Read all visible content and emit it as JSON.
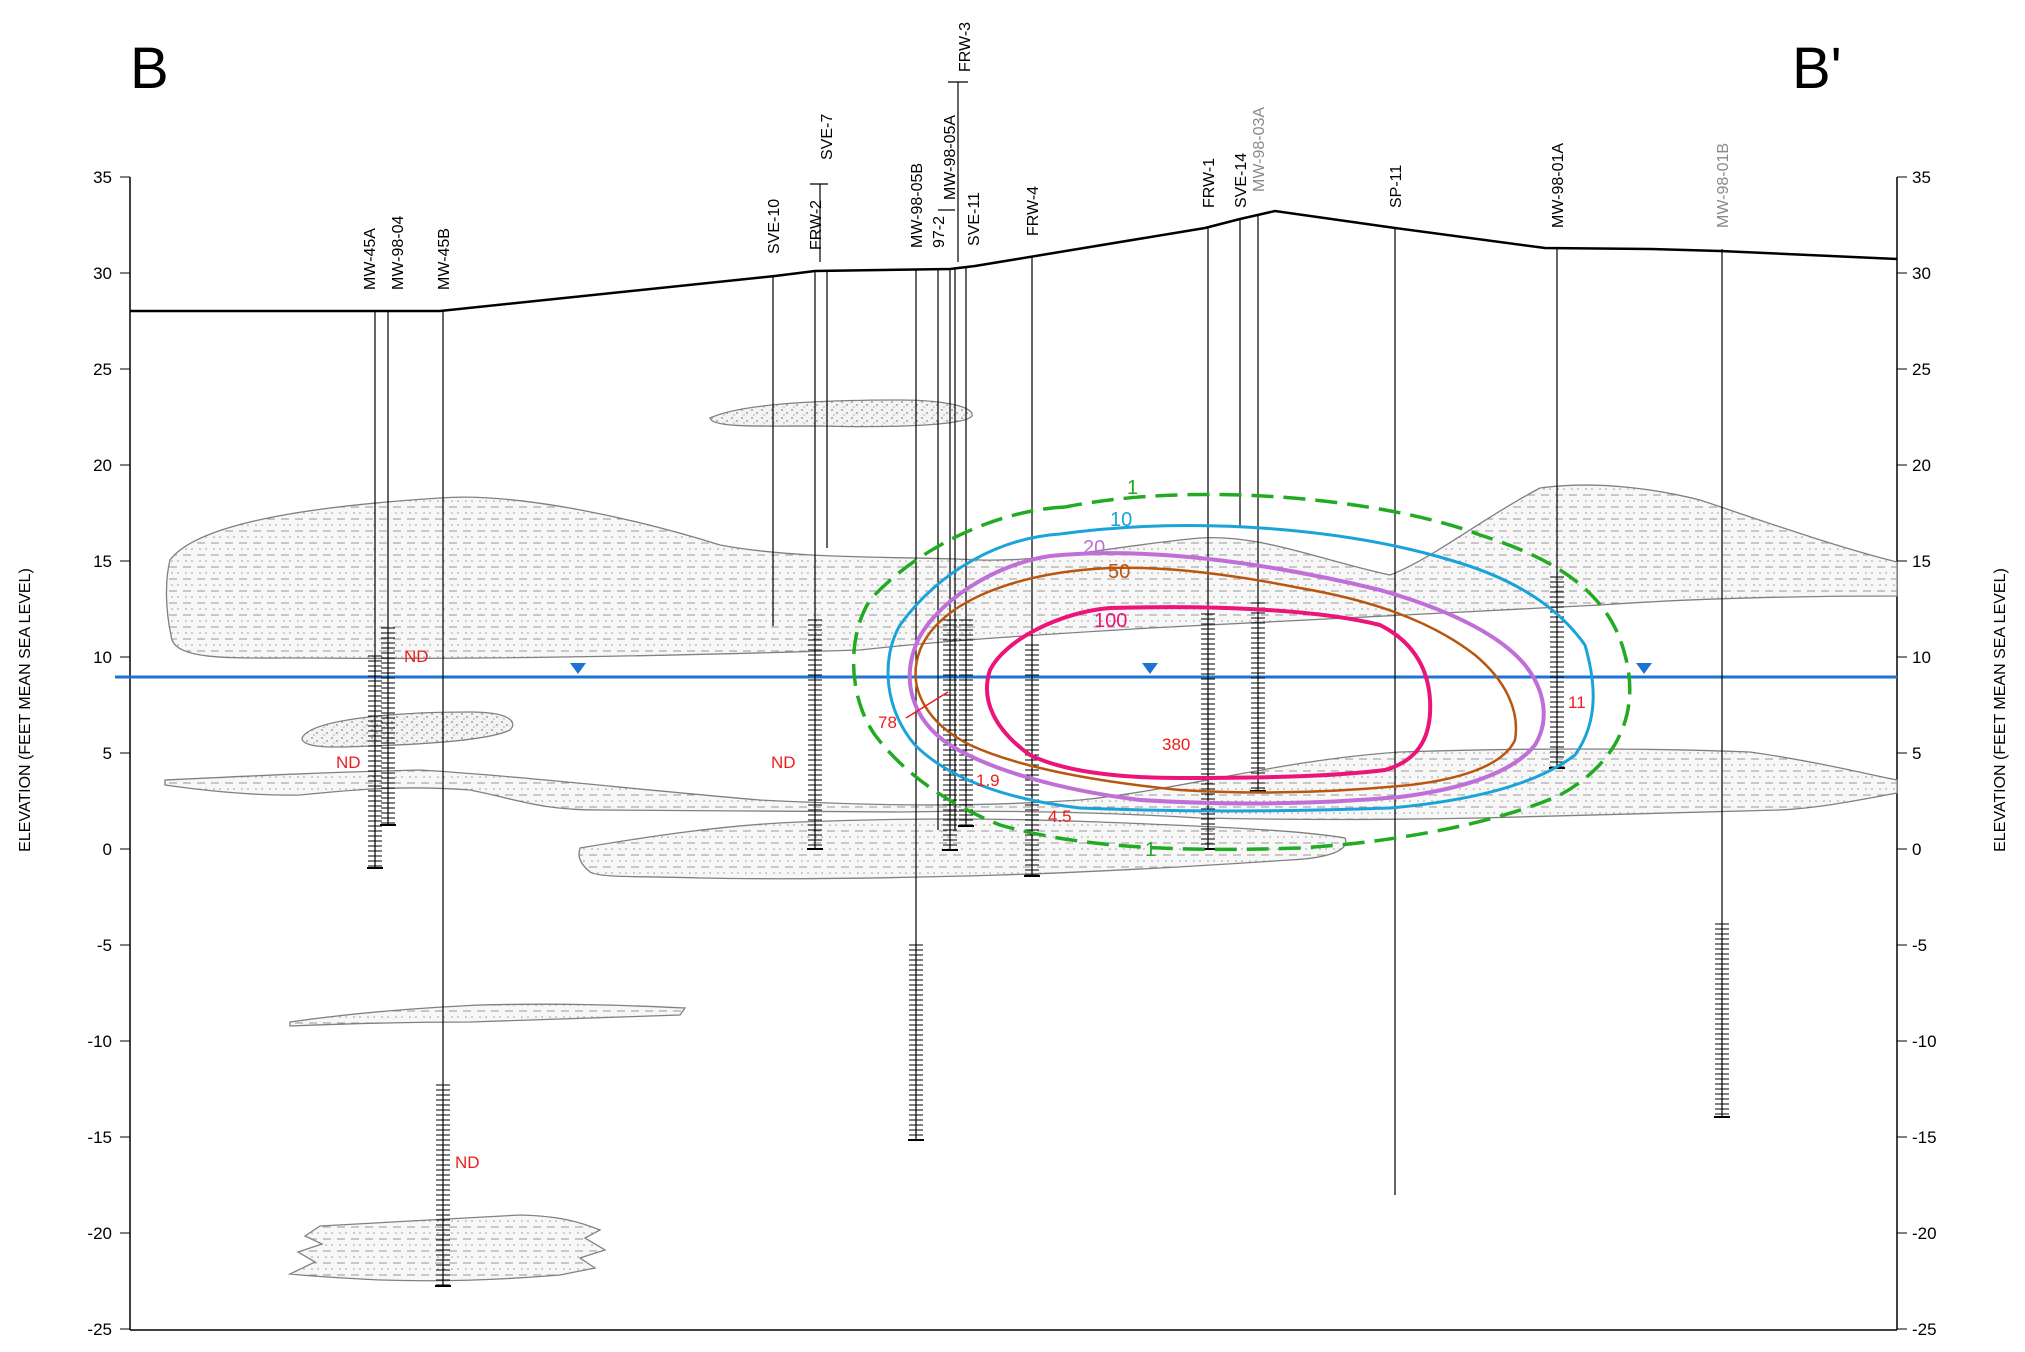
{
  "section": {
    "start_label": "B",
    "end_label": "B'"
  },
  "axis": {
    "left_title": "ELEVATION (FEET MEAN SEA LEVEL)",
    "right_title": "ELEVATION (FEET MEAN SEA LEVEL)",
    "ticks": [
      "35",
      "30",
      "25",
      "20",
      "15",
      "10",
      "5",
      "0",
      "-5",
      "-10",
      "-15",
      "-20",
      "-25"
    ]
  },
  "wells": [
    {
      "id": "mw45a",
      "label": "MW-45A",
      "color": "#000000"
    },
    {
      "id": "mw9804",
      "label": "MW-98-04",
      "color": "#000000"
    },
    {
      "id": "mw45b",
      "label": "MW-45B",
      "color": "#000000"
    },
    {
      "id": "sve10",
      "label": "SVE-10",
      "color": "#000000"
    },
    {
      "id": "frw2",
      "label": "FRW-2",
      "color": "#000000"
    },
    {
      "id": "sve7",
      "label": "SVE-7",
      "color": "#000000"
    },
    {
      "id": "mw9805b",
      "label": "MW-98-05B",
      "color": "#000000"
    },
    {
      "id": "w972",
      "label": "97-2",
      "color": "#000000"
    },
    {
      "id": "mw9805a",
      "label": "MW-98-05A",
      "color": "#000000"
    },
    {
      "id": "sve11",
      "label": "SVE-11",
      "color": "#000000"
    },
    {
      "id": "frw3",
      "label": "FRW-3",
      "color": "#000000"
    },
    {
      "id": "frw4",
      "label": "FRW-4",
      "color": "#000000"
    },
    {
      "id": "frw1",
      "label": "FRW-1",
      "color": "#000000"
    },
    {
      "id": "sve14",
      "label": "SVE-14",
      "color": "#000000"
    },
    {
      "id": "mw9803a",
      "label": "MW-98-03A",
      "color": "#8a8a8a"
    },
    {
      "id": "sp11",
      "label": "SP-11",
      "color": "#000000"
    },
    {
      "id": "mw9801a",
      "label": "MW-98-01A",
      "color": "#000000"
    },
    {
      "id": "mw9801b",
      "label": "MW-98-01B",
      "color": "#8a8a8a"
    }
  ],
  "concentrations": [
    {
      "id": "nd1",
      "value": "ND"
    },
    {
      "id": "nd2",
      "value": "ND"
    },
    {
      "id": "nd3",
      "value": "ND"
    },
    {
      "id": "nd4",
      "value": "ND"
    },
    {
      "id": "c78",
      "value": "78"
    },
    {
      "id": "c19",
      "value": "1.9"
    },
    {
      "id": "c45",
      "value": "4.5"
    },
    {
      "id": "c380",
      "value": "380"
    },
    {
      "id": "c11",
      "value": "11"
    }
  ],
  "contours": [
    {
      "id": "c1",
      "label": "1",
      "color": "#22aa22",
      "style": "dashed"
    },
    {
      "id": "c10",
      "label": "10",
      "color": "#1aa3d9",
      "style": "solid"
    },
    {
      "id": "c20",
      "label": "20",
      "color": "#bf6fd6",
      "style": "solid"
    },
    {
      "id": "c50",
      "label": "50",
      "color": "#b8560f",
      "style": "solid"
    },
    {
      "id": "c100",
      "label": "100",
      "color": "#ec1478",
      "style": "solid"
    }
  ],
  "colors": {
    "water_table": "#1e73d2",
    "ground_surface": "#000000",
    "lens_outline": "#808080",
    "concentration_text": "#ee1c1c"
  }
}
